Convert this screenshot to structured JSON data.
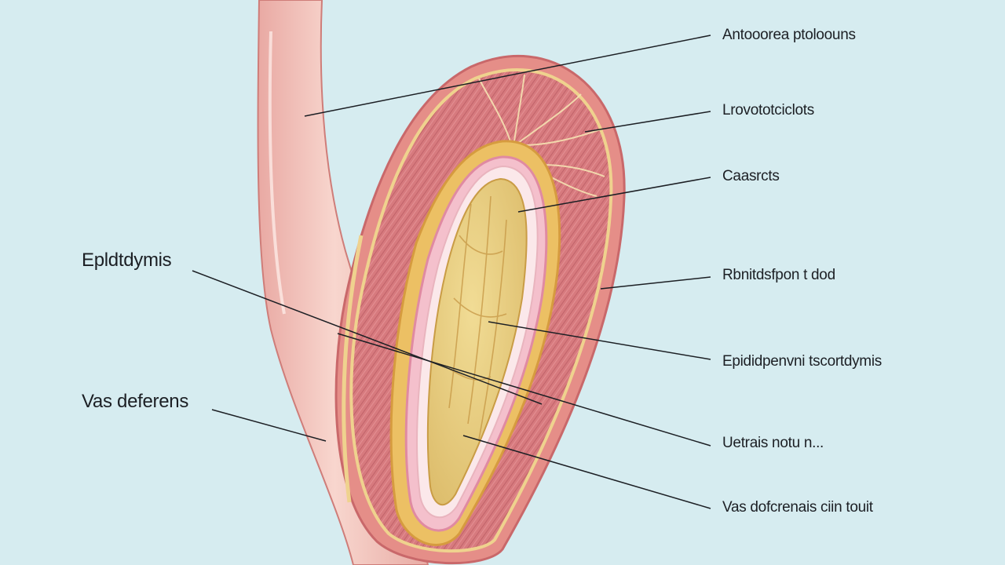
{
  "labels": {
    "right": [
      "Antooorea ptoloouns",
      "Lrovototciclots",
      "Caasrcts",
      "Rbnitdsfpon t dod",
      "Epididpenvni tscortdymis",
      "Uetrais notu n...",
      "Vas dofcrenais ciin touit"
    ],
    "left": [
      "Epldtdymis",
      "Vas deferens"
    ]
  },
  "colors": {
    "background": "#d6ecf0",
    "duct": "#f3c4bb",
    "outer_tissue": "#d97a7a",
    "fibrous_layer": "#c85d66",
    "yellow_band": "#e9b95d",
    "pink_band": "#f0b2c5",
    "core": "#e8cf84",
    "leader_line": "#1c1f24"
  }
}
